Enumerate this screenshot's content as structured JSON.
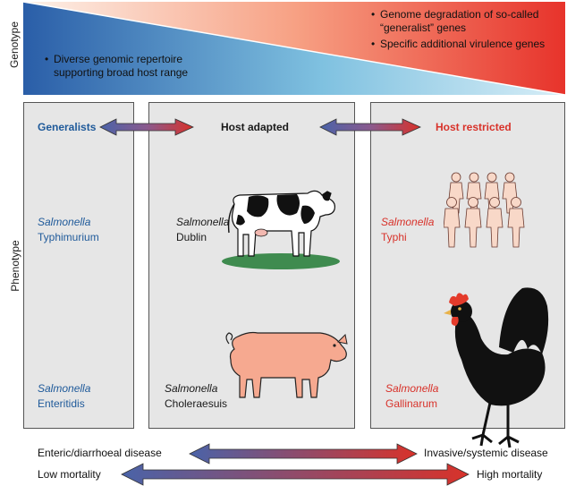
{
  "axis_labels": {
    "genotype": "Genotype",
    "phenotype": "Phenotype"
  },
  "genotype_band": {
    "left_text": [
      "Diverse genomic repertoire",
      "supporting broad host range"
    ],
    "right_bullets": [
      [
        "Genome degradation of so-called",
        "“generalist” genes"
      ],
      [
        "Specific additional virulence genes"
      ]
    ]
  },
  "panels": {
    "generalists": {
      "title": "Generalists",
      "title_color": "#1f5a9a",
      "organisms": [
        {
          "genus": "Salmonella",
          "serovar": "Typhimurium"
        },
        {
          "genus": "Salmonella",
          "serovar": "Enteritidis"
        }
      ]
    },
    "host_adapted": {
      "title": "Host adapted",
      "organisms": [
        {
          "genus": "Salmonella",
          "serovar": "Dublin",
          "image": "cow-icon"
        },
        {
          "genus": "Salmonella",
          "serovar": "Choleraesuis",
          "image": "pig-icon"
        }
      ]
    },
    "host_restricted": {
      "title": "Host restricted",
      "title_color": "#d8322a",
      "organisms": [
        {
          "genus": "Salmonella",
          "serovar": "Typhi",
          "image": "humans-icon"
        },
        {
          "genus": "Salmonella",
          "serovar": "Gallinarum",
          "image": "chicken-icon"
        }
      ]
    }
  },
  "spectrum": {
    "disease_left": "Enteric/diarrhoeal disease",
    "disease_right": "Invasive/systemic disease",
    "mortality_left": "Low mortality",
    "mortality_right": "High mortality"
  },
  "colors": {
    "blue": "#1f5a9a",
    "red": "#d8322a",
    "panel_bg": "#e6e6e6"
  }
}
